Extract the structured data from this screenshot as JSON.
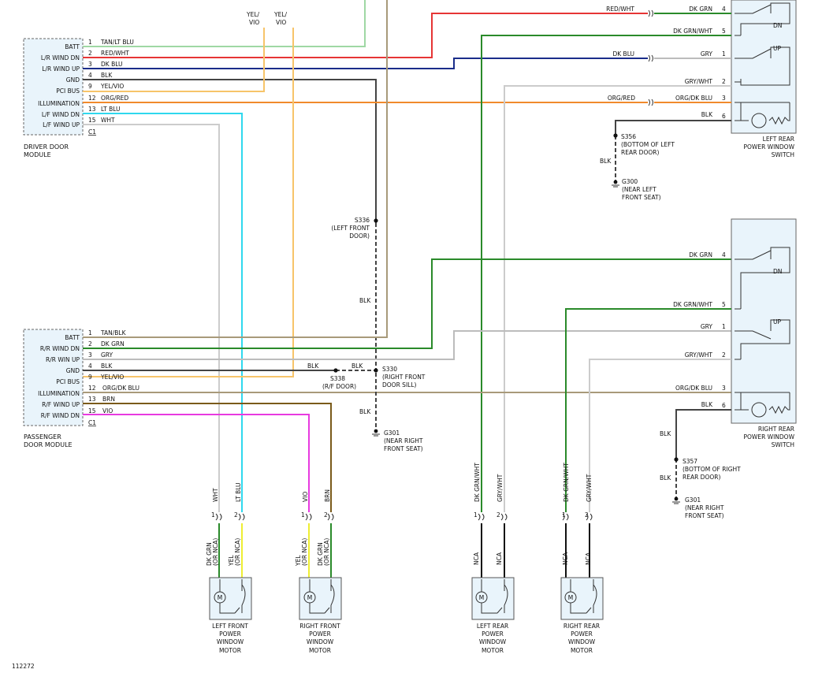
{
  "driver_module": {
    "name_line1": "DRIVER DOOR",
    "name_line2": "MODULE",
    "connector": "C1",
    "pins": [
      {
        "pin": "BATT",
        "num": "1",
        "wire": "TAN/LT BLU"
      },
      {
        "pin": "L/R WIND DN",
        "num": "2",
        "wire": "RED/WHT"
      },
      {
        "pin": "L/R WIND UP",
        "num": "3",
        "wire": "DK BLU"
      },
      {
        "pin": "GND",
        "num": "4",
        "wire": "BLK"
      },
      {
        "pin": "PCI BUS",
        "num": "9",
        "wire": "YEL/VIO"
      },
      {
        "pin": "ILLUMINATION",
        "num": "12",
        "wire": "ORG/RED"
      },
      {
        "pin": "L/F WIND DN",
        "num": "13",
        "wire": "LT BLU"
      },
      {
        "pin": "L/F WIND UP",
        "num": "15",
        "wire": "WHT"
      }
    ]
  },
  "passenger_module": {
    "name_line1": "PASSENGER",
    "name_line2": "DOOR MODULE",
    "connector": "C1",
    "pins": [
      {
        "pin": "BATT",
        "num": "1",
        "wire": "TAN/BLK"
      },
      {
        "pin": "R/R WIND DN",
        "num": "2",
        "wire": "DK GRN"
      },
      {
        "pin": "R/R WIN UP",
        "num": "3",
        "wire": "GRY"
      },
      {
        "pin": "GND",
        "num": "4",
        "wire": "BLK"
      },
      {
        "pin": "PCI BUS",
        "num": "9",
        "wire": "YEL/VIO"
      },
      {
        "pin": "ILLUMINATION",
        "num": "12",
        "wire": "ORG/DK BLU"
      },
      {
        "pin": "R/F WIND UP",
        "num": "13",
        "wire": "BRN"
      },
      {
        "pin": "R/F WIND DN",
        "num": "15",
        "wire": "VIO"
      }
    ]
  },
  "top_wires": {
    "left": "YEL/\nVIO",
    "l1": "YEL/",
    "l2": "VIO",
    "r1": "YEL/",
    "r2": "VIO"
  },
  "lr_switch": {
    "name": [
      "LEFT REAR",
      "POWER WINDOW",
      "SWITCH"
    ],
    "dn": "DN",
    "up": "UP",
    "pins": [
      {
        "num": "4",
        "wire_in": "RED/WHT",
        "wire_out": "DK GRN"
      },
      {
        "num": "5",
        "wire_out": "DK GRN/WHT"
      },
      {
        "num": "1",
        "wire_in": "DK BLU",
        "wire_out": "GRY"
      },
      {
        "num": "2",
        "wire_out": "GRY/WHT"
      },
      {
        "num": "3",
        "wire_in": "ORG/RED",
        "wire_out": "ORG/DK BLU"
      },
      {
        "num": "6",
        "wire_out": "BLK"
      }
    ]
  },
  "rr_switch": {
    "name": [
      "RIGHT REAR",
      "POWER WINDOW",
      "SWITCH"
    ],
    "dn": "DN",
    "up": "UP",
    "pins": [
      {
        "num": "4",
        "wire_out": "DK GRN"
      },
      {
        "num": "5",
        "wire_out": "DK GRN/WHT"
      },
      {
        "num": "1",
        "wire_out": "GRY"
      },
      {
        "num": "2",
        "wire_out": "GRY/WHT"
      },
      {
        "num": "3",
        "wire_out": "ORG/DK BLU"
      },
      {
        "num": "6",
        "wire_out": "BLK"
      }
    ]
  },
  "splices": {
    "s336": [
      "S336",
      "(LEFT FRONT",
      "DOOR)"
    ],
    "s330": [
      "S330",
      "(RIGHT FRONT",
      "DOOR SILL)"
    ],
    "s338": [
      "S338",
      "(R/F DOOR)"
    ],
    "s356": [
      "S356",
      "(BOTTOM OF LEFT",
      "REAR DOOR)"
    ],
    "s357": [
      "S357",
      "(BOTTOM OF RIGHT",
      "REAR DOOR)"
    ]
  },
  "grounds": {
    "g300": [
      "G300",
      "(NEAR LEFT",
      "FRONT SEAT)"
    ],
    "g301a": [
      "G301",
      "(NEAR RIGHT",
      "FRONT SEAT)"
    ],
    "g301b": [
      "G301",
      "(NEAR RIGHT",
      "FRONT SEAT)"
    ]
  },
  "blk": "BLK",
  "motors": [
    {
      "name": [
        "LEFT FRONT",
        "POWER",
        "WINDOW",
        "MOTOR"
      ],
      "w1": "WHT",
      "w2": "LT BLU",
      "b1": [
        "DK GRN",
        "(OR NCA)"
      ],
      "b2": [
        "YEL",
        "(OR NCA)"
      ]
    },
    {
      "name": [
        "RIGHT FRONT",
        "POWER",
        "WINDOW",
        "MOTOR"
      ],
      "w1": "VIO",
      "w2": "BRN",
      "b1": [
        "YEL",
        "(OR NCA)"
      ],
      "b2": [
        "DK GRN",
        "(OR NCA)"
      ]
    },
    {
      "name": [
        "LEFT REAR",
        "POWER",
        "WINDOW",
        "MOTOR"
      ],
      "w1": "DK GRN/WHT",
      "w2": "GRY/WHT",
      "b1": [
        "NCA"
      ],
      "b2": [
        "NCA"
      ]
    },
    {
      "name": [
        "RIGHT REAR",
        "POWER",
        "WINDOW",
        "MOTOR"
      ],
      "w1": "DK GRN/WHT",
      "w2": "GRY/WHT",
      "b1": [
        "NCA"
      ],
      "b2": [
        "NCA"
      ]
    }
  ],
  "pin_nums": {
    "one": "1",
    "two": "2"
  },
  "motor_glyph": "M",
  "figure_id": "112272",
  "colors": {
    "tan_lt_blu": "#9fd8a4",
    "red_wht": "#e63535",
    "dk_blu": "#1a2d8a",
    "blk": "#444444",
    "yel_vio": "#f7c46a",
    "org": "#f08a2c",
    "lt_blu": "#2fd8ee",
    "wht": "#cccccc",
    "tan_blk": "#a89a7a",
    "dk_grn": "#2a8a2a",
    "gry": "#bcbcbc",
    "brn": "#7a5a1a",
    "vio": "#e83ae0"
  }
}
